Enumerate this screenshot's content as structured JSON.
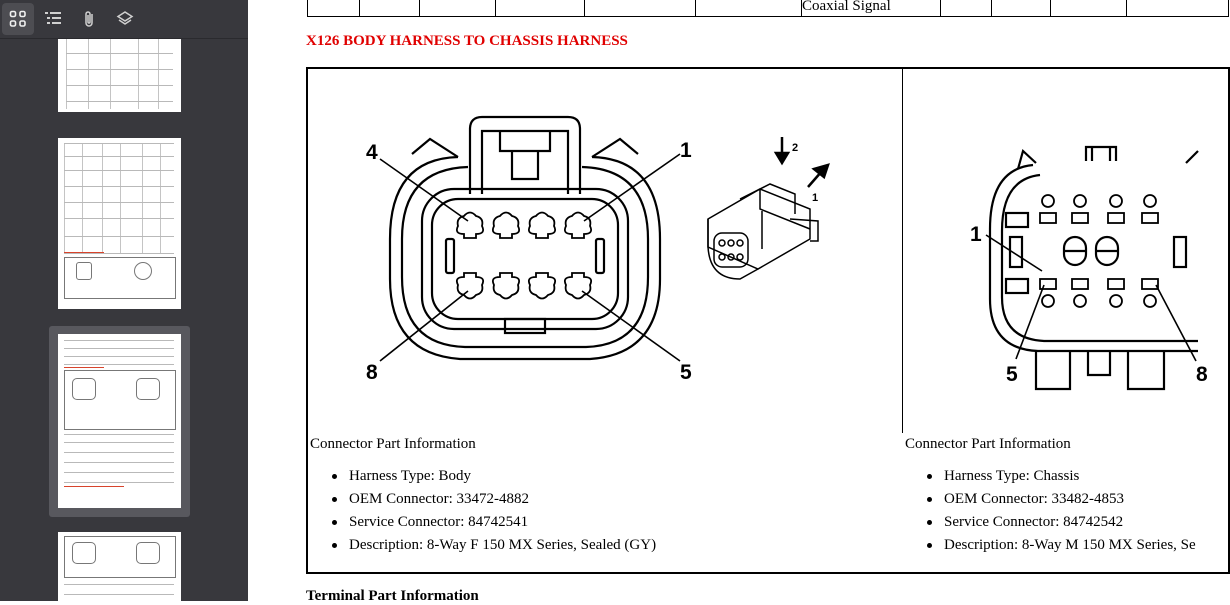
{
  "sidebar": {
    "toolbar": {
      "thumbnails_icon": "grid-thumbnails-icon",
      "outline_icon": "list-outline-icon",
      "attachments_icon": "paperclip-icon",
      "layers_icon": "layers-icon"
    },
    "thumbnails": [
      {
        "label": "Page thumbnail 1"
      },
      {
        "label": "Page thumbnail 2"
      },
      {
        "label": "Page thumbnail 3",
        "selected": true
      },
      {
        "label": "Page thumbnail 4"
      }
    ]
  },
  "document": {
    "prev_table_cell": "Coaxial Signal",
    "section_heading": "X126 BODY HARNESS TO CHASSIS HARNESS",
    "left_connector": {
      "diagram": {
        "pin_labels": [
          "4",
          "1",
          "8",
          "5"
        ],
        "arrow_labels": [
          "2",
          "1"
        ]
      },
      "info_title": "Connector Part Information",
      "items": [
        "Harness Type: Body",
        "OEM Connector: 33472-4882",
        "Service Connector: 84742541",
        "Description: 8-Way F 150 MX Series, Sealed (GY)"
      ]
    },
    "right_connector": {
      "diagram": {
        "pin_labels": [
          "1",
          "5",
          "8"
        ]
      },
      "info_title": "Connector Part Information",
      "items": [
        "Harness Type: Chassis",
        "OEM Connector: 33482-4853",
        "Service Connector: 84742542",
        "Description: 8-Way M 150 MX Series, Se"
      ]
    },
    "terminal_heading": "Terminal Part Information"
  },
  "colors": {
    "sidebar_bg": "#38383d",
    "selected_thumb_bg": "#58585e",
    "heading_red": "#e00000"
  }
}
